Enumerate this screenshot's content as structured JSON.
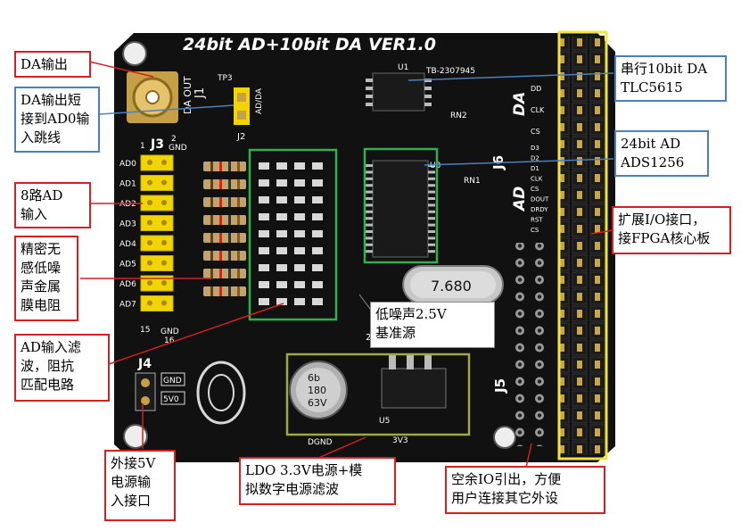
{
  "board": {
    "title": "24bit AD+10bit DA  VER1.0",
    "ic_u1_code": "TB-2307945",
    "crystal": "7.680",
    "vref_label": "2.5V",
    "ldo_ic": "U5",
    "ldo_net": "3V3",
    "ground_net": "DGND",
    "cap_marking": "6b\n180\n63V",
    "conn": {
      "j1": "J1",
      "da_out": "DA OUT",
      "tp3": "TP3",
      "j2": "J2",
      "ad_da": "AD/DA",
      "j3": "J3",
      "j4": "J4",
      "j5": "J5",
      "j6": "J6",
      "gnd": "GND",
      "v5": "5V0",
      "pin1": "1",
      "pin2": "2",
      "pin15": "15",
      "pin16": "16",
      "da": "DA",
      "ad": "AD"
    },
    "ad_pins": [
      "AD0",
      "AD1",
      "AD2",
      "AD3",
      "AD4",
      "AD5",
      "AD6",
      "AD7"
    ],
    "chips": {
      "u1": "U1",
      "u3": "U3",
      "rn1": "RN1",
      "rn2": "RN2"
    },
    "da_signals": [
      "DD",
      "CLK",
      "CS"
    ],
    "ad_signals": [
      "D3",
      "D2",
      "D1",
      "CLK",
      "CS",
      "DOUT",
      "DRDY",
      "RST",
      "CS"
    ]
  },
  "callouts": {
    "da_out": "DA输出",
    "da_short": "DA输出短\n接到AD0输\n入跳线",
    "ad8": "8路AD\n输入",
    "resistor": "精密无\n感低噪\n声金属\n膜电阻",
    "filter": "AD输入滤\n波，阻抗\n匹配电路",
    "power5v": "外接5V\n电源输\n入接口",
    "ldo": "LDO 3.3V电源+模\n拟数字电源滤波",
    "spare_io": "空余IO引出，方便\n用户连接其它外设",
    "vref": "低噪声2.5V\n基准源",
    "dac": "串行10bit DA\nTLC5615",
    "adc": "24bit AD\nADS1256",
    "expansion": "扩展I/O接口，\n接FPGA核心板"
  },
  "colors": {
    "callout_red": "#d42020",
    "callout_blue": "#4a7fc0",
    "highlight_green": "#2fb24a",
    "highlight_yellow": "#f2e53a",
    "highlight_olive": "#9fa94a",
    "pcb": "#101010"
  }
}
